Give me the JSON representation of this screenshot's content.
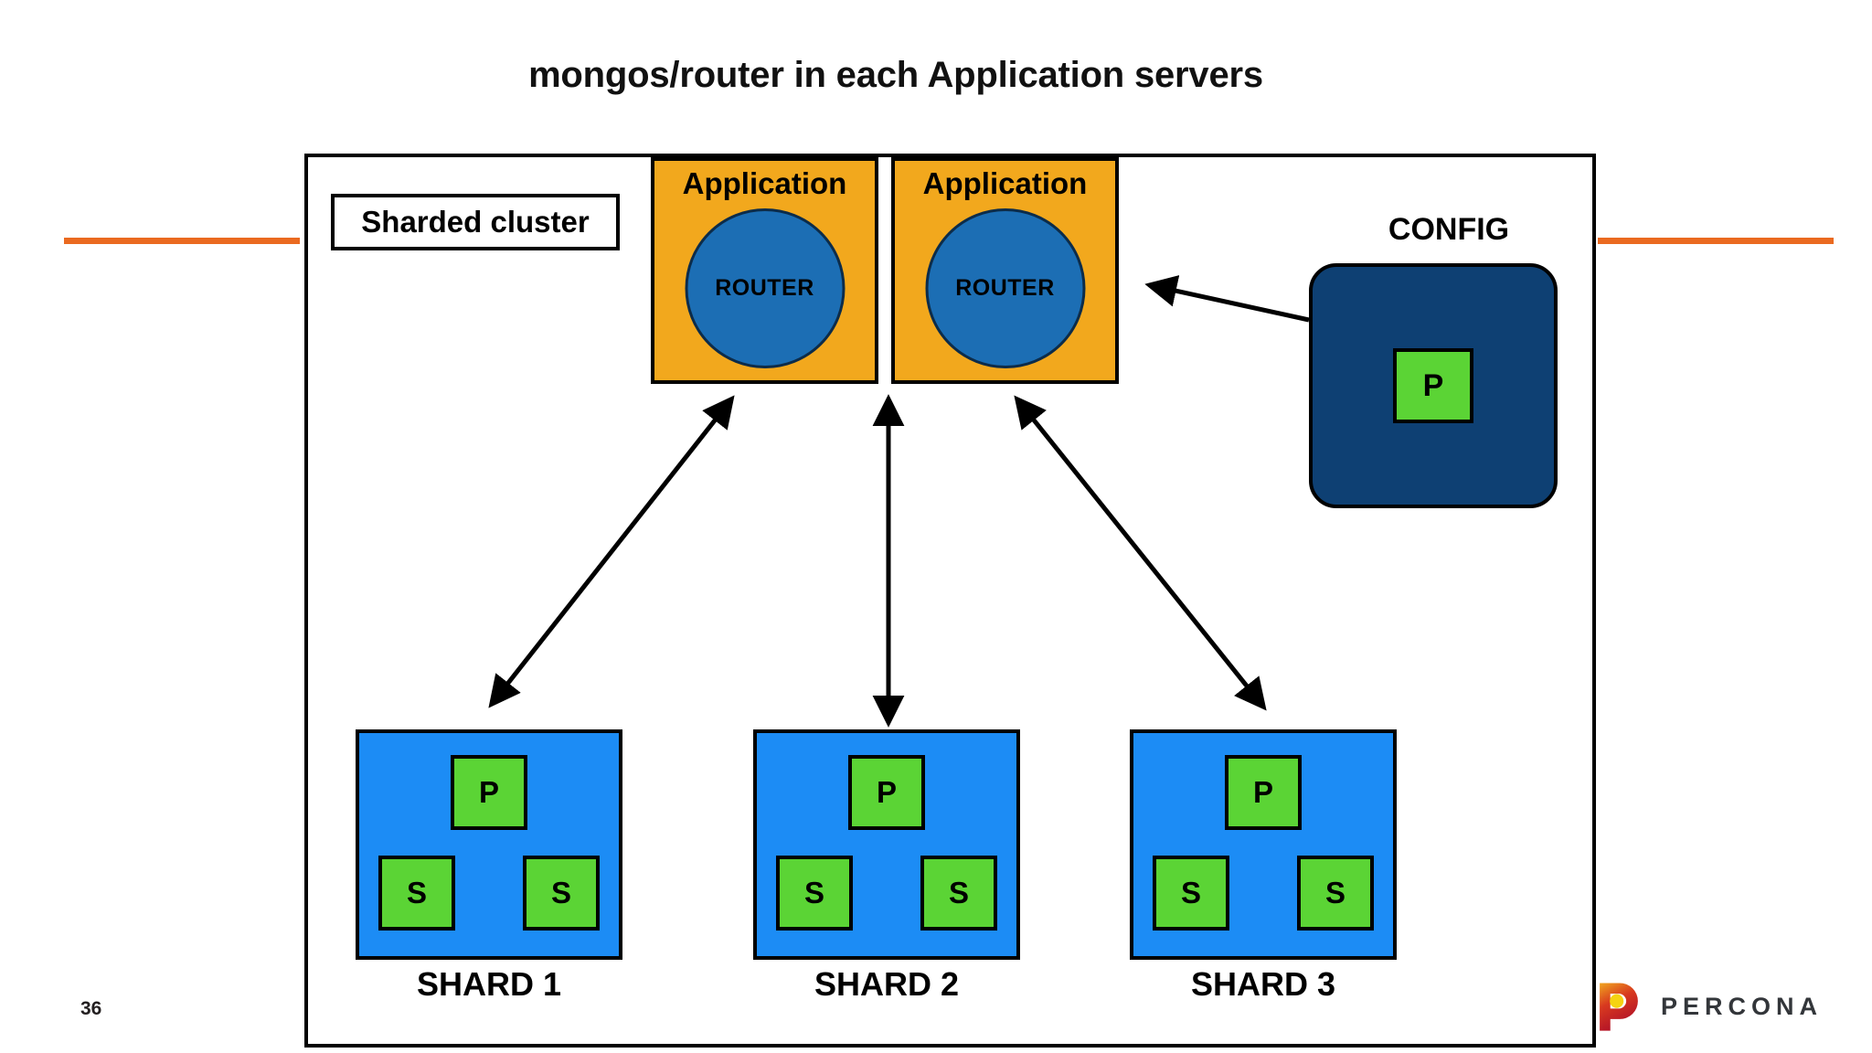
{
  "slide": {
    "title": "mongos/router in each Application servers",
    "page_number": "36"
  },
  "cluster": {
    "label": "Sharded cluster"
  },
  "application_servers": [
    {
      "title": "Application",
      "router_label": "ROUTER"
    },
    {
      "title": "Application",
      "router_label": "ROUTER"
    }
  ],
  "config": {
    "title": "CONFIG",
    "primary_label": "P"
  },
  "shards": [
    {
      "caption": "SHARD 1",
      "primary_label": "P",
      "secondary_left_label": "S",
      "secondary_right_label": "S"
    },
    {
      "caption": "SHARD 2",
      "primary_label": "P",
      "secondary_left_label": "S",
      "secondary_right_label": "S"
    },
    {
      "caption": "SHARD 3",
      "primary_label": "P",
      "secondary_left_label": "S",
      "secondary_right_label": "S"
    }
  ],
  "brand": {
    "name": "PERCONA"
  },
  "colors": {
    "accent_rule": "#EA6A20",
    "application_box": "#F2A81D",
    "router_circle": "#1C6EB4",
    "config_box": "#0E4073",
    "node_green": "#5BD435",
    "shard_box": "#1C8CF5",
    "outline": "#000000",
    "brand_red": "#C2192A",
    "brand_yellow": "#F5D312",
    "brand_text": "#33363A"
  }
}
